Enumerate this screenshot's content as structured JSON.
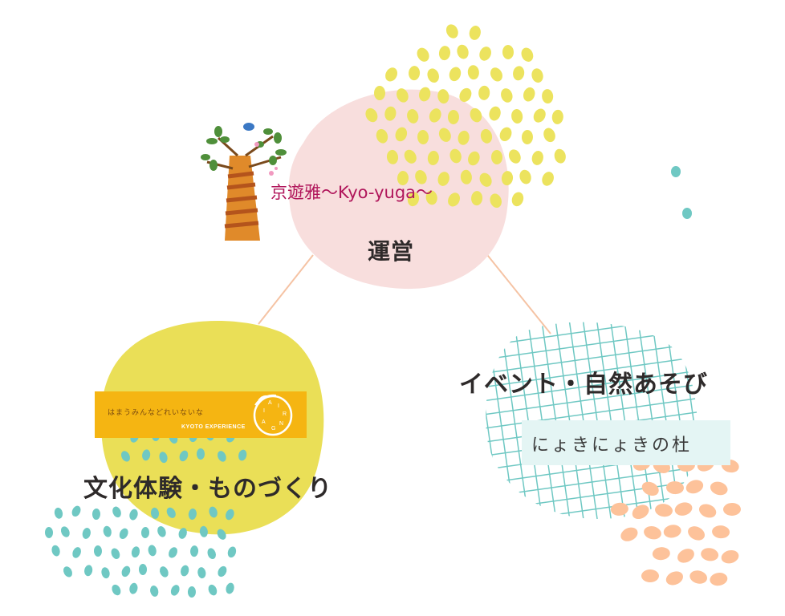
{
  "center": {
    "org_name": "京遊雅～Kyo-yuga～",
    "label": "運営"
  },
  "right": {
    "label": "イベント・自然あそび",
    "logo_text": "にょきにょきの杜"
  },
  "left": {
    "label": "文化体験・ものづくり",
    "banner_script": "はまうみんなどれいないな",
    "banner_name": "KYOTO EXPERIENCE",
    "logo_letters": [
      "A",
      "I",
      "R",
      "N",
      "G",
      "A",
      "I"
    ]
  },
  "colors": {
    "pink_blob": "#f8dedd",
    "yellow_dots": "#ece35e",
    "olive_blob": "#eadf57",
    "teal": "#6fc8c3",
    "peach": "#fdc29a",
    "connector": "#f5c3a4",
    "brand_magenta": "#b0155a",
    "banner_orange": "#f5b512"
  },
  "icons": [
    "tree-bird-icon",
    "ring-logo-icon"
  ]
}
